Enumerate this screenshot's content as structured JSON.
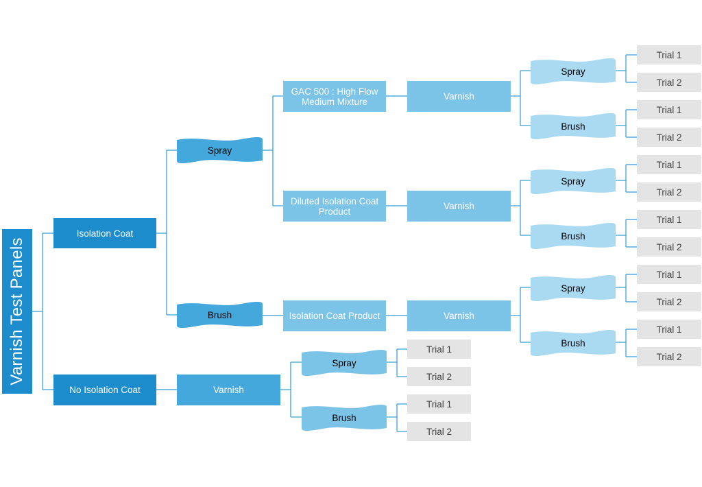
{
  "diagram": {
    "title": "Varnish Test Panels",
    "colors": {
      "level1": "#1c8ccc",
      "level2": "#44a8dc",
      "level3": "#7cc3e8",
      "level4": "#aad9f2",
      "trial_bg": "#e4e4e4",
      "trial_text": "#404040",
      "connector": "#2a9bd2"
    },
    "isolation_coat": {
      "label": "Isolation Coat",
      "spray": {
        "label": "Spray",
        "gac": {
          "label": "GAC 500 : High Flow Medium Mixture",
          "varnish": "Varnish",
          "spray": {
            "label": "Spray",
            "trials": [
              "Trial 1",
              "Trial 2"
            ]
          },
          "brush": {
            "label": "Brush",
            "trials": [
              "Trial 1",
              "Trial 2"
            ]
          }
        },
        "diluted": {
          "label": "Diluted Isolation Coat Product",
          "varnish": "Varnish",
          "spray": {
            "label": "Spray",
            "trials": [
              "Trial 1",
              "Trial 2"
            ]
          },
          "brush": {
            "label": "Brush",
            "trials": [
              "Trial 1",
              "Trial 2"
            ]
          }
        }
      },
      "brush": {
        "label": "Brush",
        "product": {
          "label": "Isolation Coat Product",
          "varnish": "Varnish",
          "spray": {
            "label": "Spray",
            "trials": [
              "Trial 1",
              "Trial 2"
            ]
          },
          "brush": {
            "label": "Brush",
            "trials": [
              "Trial 1",
              "Trial 2"
            ]
          }
        }
      }
    },
    "no_isolation_coat": {
      "label": "No Isolation Coat",
      "varnish": "Varnish",
      "spray": {
        "label": "Spray",
        "trials": [
          "Trial 1",
          "Trial 2"
        ]
      },
      "brush": {
        "label": "Brush",
        "trials": [
          "Trial 1",
          "Trial 2"
        ]
      }
    }
  }
}
